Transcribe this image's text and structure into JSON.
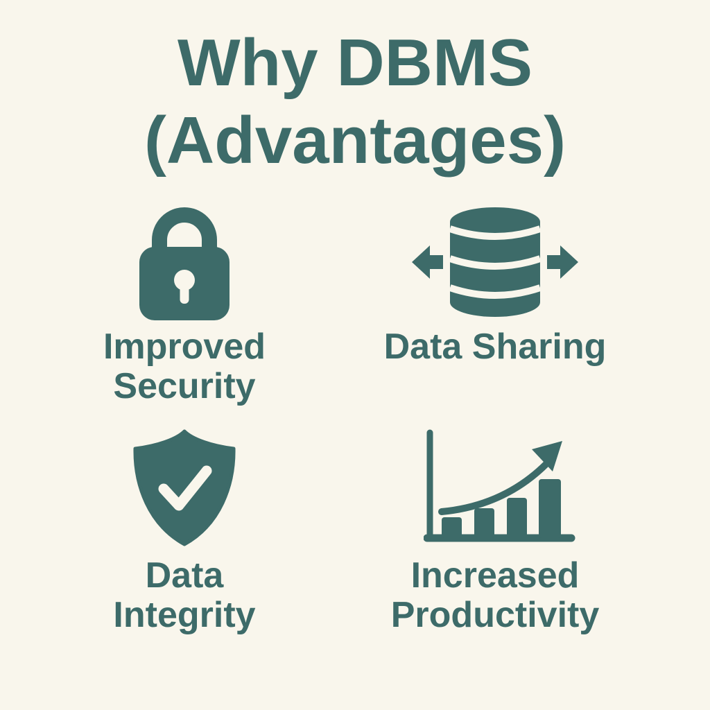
{
  "title": "Why DBMS\n(Advantages)",
  "colors": {
    "accent": "#3D6B69",
    "background": "#F9F6EC"
  },
  "items": [
    {
      "icon": "lock-icon",
      "label": "Improved\nSecurity"
    },
    {
      "icon": "database-share-icon",
      "label": "Data Sharing"
    },
    {
      "icon": "shield-check-icon",
      "label": "Data\nIntegrity"
    },
    {
      "icon": "bar-chart-growth-icon",
      "label": "Increased\nProductivity"
    }
  ]
}
